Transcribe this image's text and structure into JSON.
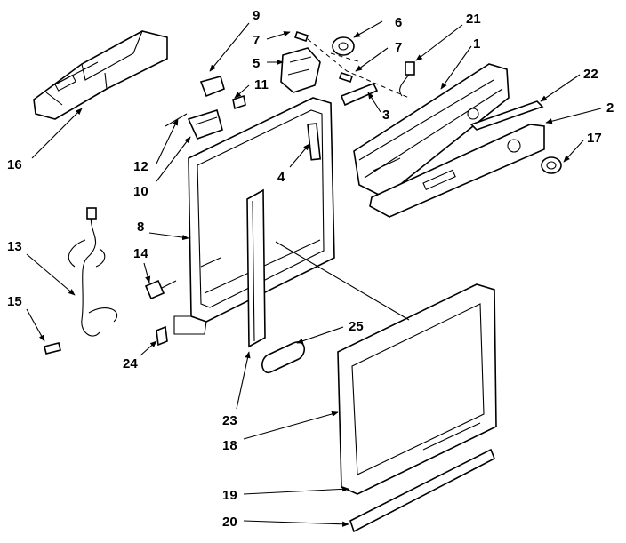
{
  "callouts": {
    "c1": "1",
    "c2": "2",
    "c3": "3",
    "c4": "4",
    "c5": "5",
    "c6": "6",
    "c7a": "7",
    "c7b": "7",
    "c8": "8",
    "c9": "9",
    "c10": "10",
    "c11": "11",
    "c12": "12",
    "c13": "13",
    "c14": "14",
    "c15": "15",
    "c16": "16",
    "c17": "17",
    "c18": "18",
    "c19": "19",
    "c20": "20",
    "c21": "21",
    "c22": "22",
    "c23": "23",
    "c24": "24",
    "c25": "25"
  }
}
